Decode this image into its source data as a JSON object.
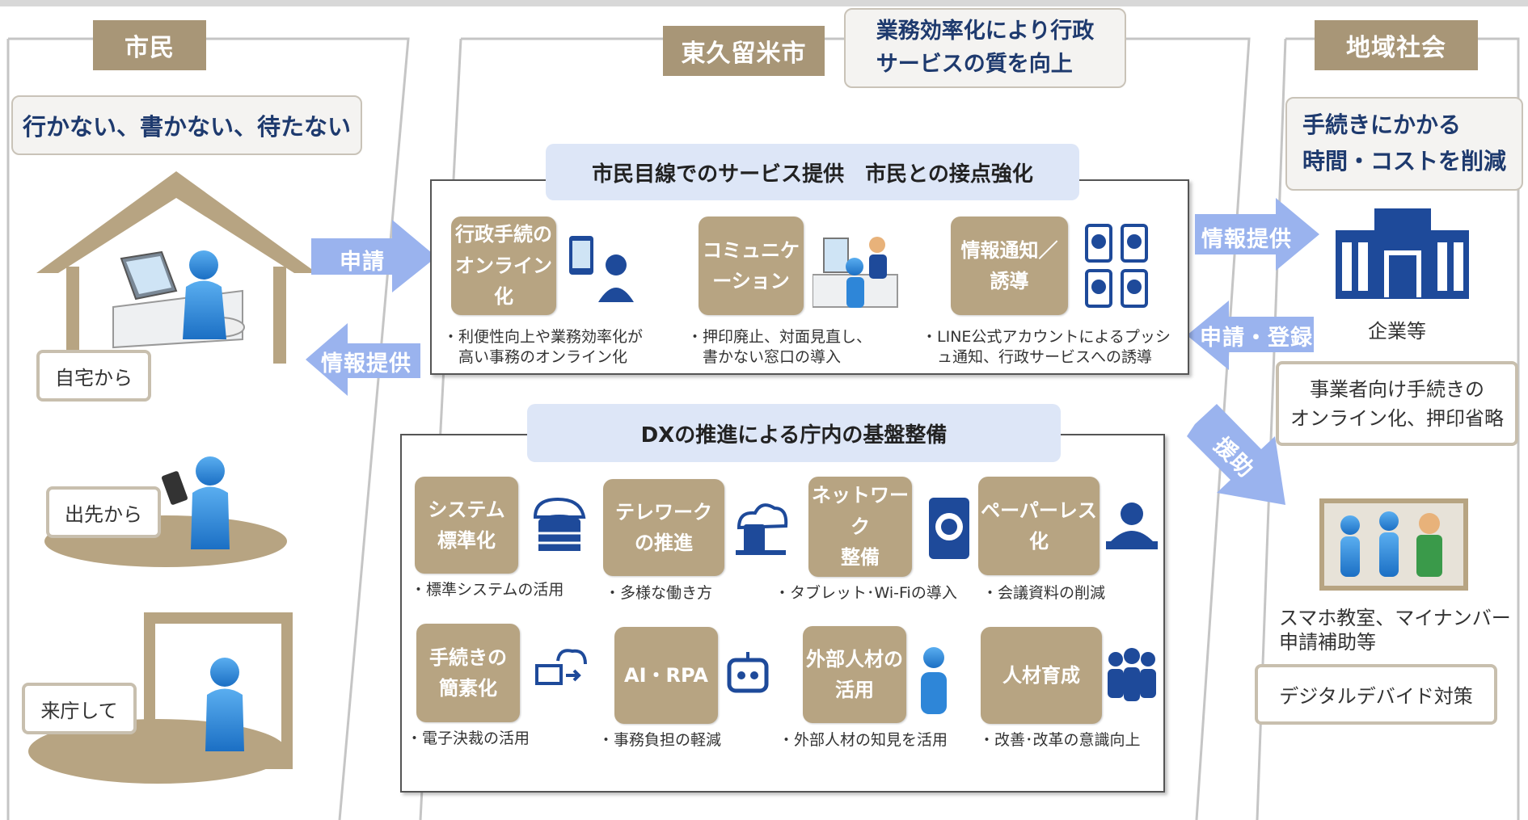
{
  "columns": {
    "citizen": {
      "title": "市民",
      "slogan": "行かない、書かない、待たない",
      "labels": [
        "自宅から",
        "出先から",
        "来庁して"
      ]
    },
    "city": {
      "title": "東久留米市",
      "callout": "業務効率化により行政\nサービスの質を向上"
    },
    "society": {
      "title": "地域社会",
      "callout": "手続きにかかる\n時間・コストを削減",
      "company": "企業等",
      "business_box": "事業者向け手続きの\nオンライン化、押印省略",
      "support_text": "スマホ教室、マイナンバー\n申請補助等",
      "divide_box": "デジタルデバイド対策"
    }
  },
  "arrows": {
    "apply": "申請",
    "info_left": "情報提供",
    "info_right": "情報提供",
    "apply_register": "申請・登録",
    "assist": "援助"
  },
  "service_panel": {
    "title": "市民目線でのサービス提供　市民との接点強化",
    "items": [
      {
        "card": "行政手続の\nオンライン化",
        "note": "・利便性向上や業務効率化が\n　高い事務のオンライン化"
      },
      {
        "card": "コミュニケ\nーション",
        "note": "・押印廃止、対面見直し、\n　書かない窓口の導入"
      },
      {
        "card": "情報通知／\n誘導",
        "note": "・LINE公式アカウントによるプッシ\n　ュ通知、行政サービスへの誘導"
      }
    ]
  },
  "dx_panel": {
    "title": "DXの推進による庁内の基盤整備",
    "items": [
      {
        "card": "システム\n標準化",
        "note": "・標準システムの活用"
      },
      {
        "card": "テレワーク\nの推進",
        "note": "・多様な働き方"
      },
      {
        "card": "ネットワーク\n整備",
        "note": "・タブレット･Wi-Fiの導入"
      },
      {
        "card": "ペーパーレス化",
        "note": "・会議資料の削減"
      },
      {
        "card": "手続きの\n簡素化",
        "note": "・電子決裁の活用"
      },
      {
        "card": "AI・RPA",
        "note": "・事務負担の軽減"
      },
      {
        "card": "外部人材の\n活用",
        "note": "・外部人材の知見を活用"
      },
      {
        "card": "人材育成",
        "note": "・改善･改革の意識向上"
      }
    ]
  },
  "colors": {
    "tag": "#a89677",
    "card": "#b7a482",
    "arrow": "#9ab3ee",
    "icon": "#1e4a9a",
    "person": "#2e86d8"
  },
  "icons": [
    "house-icon",
    "laptop-icon",
    "person-icon",
    "smartphone-icon",
    "door-icon",
    "building-icon",
    "database-icon",
    "cloud-laptop-icon",
    "tablet-network-icon",
    "robot-icon",
    "people-group-icon",
    "workflow-icon",
    "line-app-icon"
  ]
}
